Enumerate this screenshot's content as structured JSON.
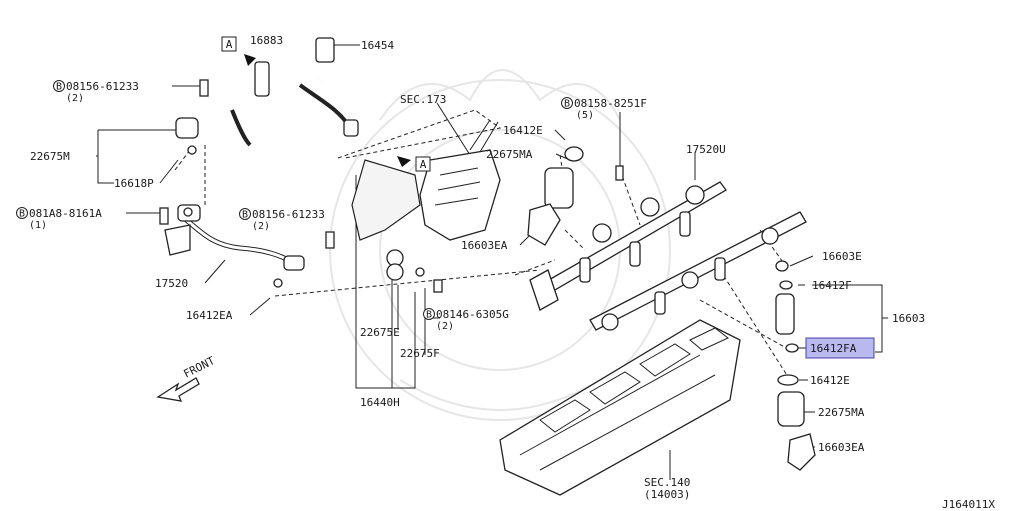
{
  "diagram_id": "J164011X",
  "direction_label": "FRONT",
  "view_marker": "A",
  "callouts": {
    "c16883": "16883",
    "c16454": "16454",
    "c08156a": "08156-61233",
    "c08156a_qty": "(2)",
    "c22675m": "22675M",
    "c16618p": "16618P",
    "c081a8": "081A8-8161A",
    "c081a8_qty": "(1)",
    "c08156b": "08156-61233",
    "c08156b_qty": "(2)",
    "c17520": "17520",
    "c16412ea": "16412EA",
    "csec173": "SEC.173",
    "c16412e_top": "16412E",
    "c22675ma_top": "22675MA",
    "c16603ea_top": "16603EA",
    "c08158": "08158-8251F",
    "c08158_qty": "(5)",
    "c17520u": "17520U",
    "c22675e": "22675E",
    "c22675f": "22675F",
    "c08146": "08146-6305G",
    "c08146_qty": "(2)",
    "c16440h": "16440H",
    "c16603e": "16603E",
    "c16412f": "16412F",
    "c16603": "16603",
    "c16412fa": "16412FA",
    "c16412e_bot": "16412E",
    "c22675ma_bot": "22675MA",
    "c16603ea_bot": "16603EA",
    "csec140": "SEC.140",
    "csec140_sub": "(14003)"
  },
  "bolt_symbol": "B",
  "highlight_color": "#b9b9f0",
  "highlight_stroke": "#4444aa"
}
